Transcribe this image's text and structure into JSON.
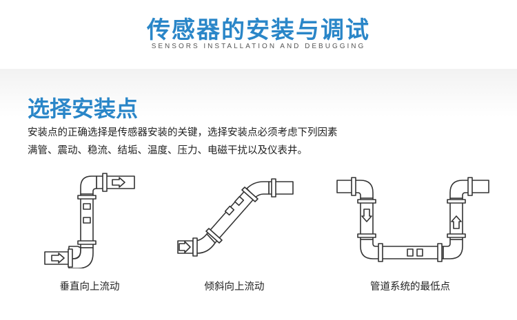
{
  "header": {
    "title": "传感器的安装与调试",
    "subtitle": "SENSORS INSTALLATION AND DEBUGGING"
  },
  "section": {
    "title": "选择安装点",
    "description_line1": "安装点的正确选择是传感器安装的关键，选择安装点必须考虑下列因素",
    "description_line2": "满管、震动、稳流、结垢、温度、压力、电磁干扰以及仪表井。"
  },
  "diagrams": [
    {
      "caption": "垂直向上流动",
      "icon": "vertical-upward-pipe"
    },
    {
      "caption": "倾斜向上流动",
      "icon": "inclined-upward-pipe"
    },
    {
      "caption": "管道系统的最低点",
      "icon": "lowest-point-pipe"
    }
  ],
  "colors": {
    "accent": "#2a86c8",
    "pipe_stroke": "#333333",
    "pipe_fill": "#ffffff"
  }
}
